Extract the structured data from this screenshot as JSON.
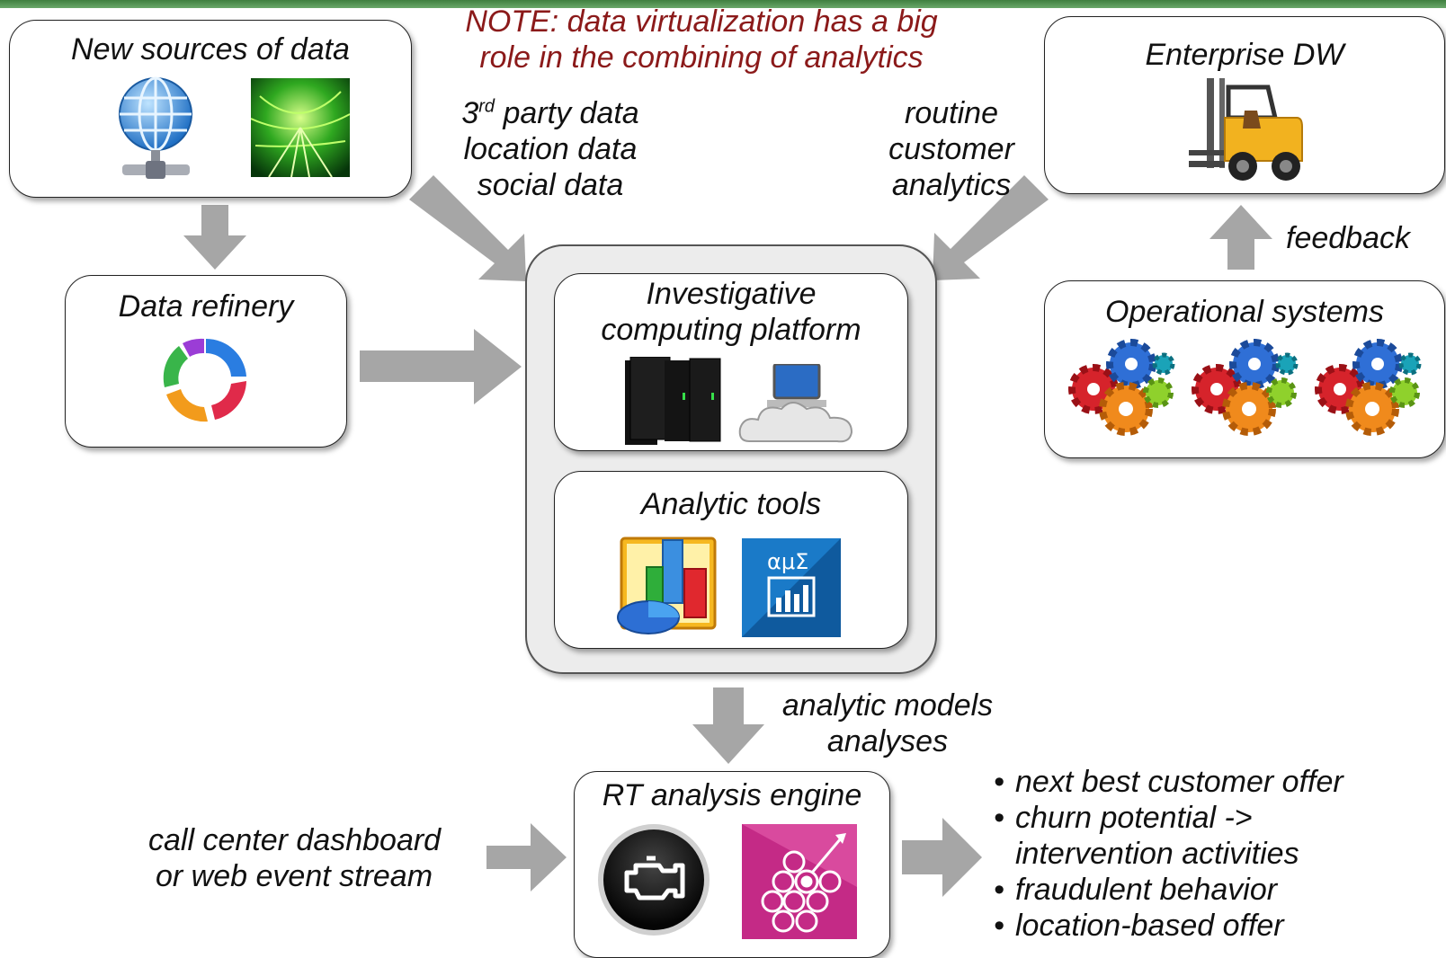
{
  "note": {
    "line1": "NOTE: data virtualization has a big",
    "line2": "role in the combining of analytics"
  },
  "boxes": {
    "new_sources": "New sources of data",
    "data_refinery": "Data refinery",
    "enterprise_dw": "Enterprise DW",
    "operational": "Operational systems",
    "investigative_line1": "Investigative",
    "investigative_line2": "computing platform",
    "analytic_tools": "Analytic tools",
    "rt_engine": "RT analysis engine"
  },
  "labels": {
    "third_party_num": "3",
    "third_party_sup": "rd",
    "third_party_rest": " party data",
    "location": "location data",
    "social": "social data",
    "routine": "routine",
    "customer": "customer",
    "analytics": "analytics",
    "feedback": "feedback",
    "models": "analytic models",
    "analyses": "analyses",
    "call_center": "call center dashboard",
    "web_event": "or web event stream"
  },
  "outcomes": [
    "next best customer offer",
    "churn potential ->",
    "intervention activities",
    "fraudulent behavior",
    "location-based offer"
  ],
  "bullet_char": "•",
  "icons": [
    "globe-network-icon",
    "green-data-tunnel-icon",
    "recycle-arrows-icon",
    "forklift-icon",
    "gears-icon",
    "server-tower-icon",
    "cloud-computer-icon",
    "3d-chart-icon",
    "math-statistics-icon",
    "engine-check-icon",
    "hexagon-target-icon"
  ],
  "colors": {
    "arrow": "#a6a6a6",
    "note": "#8b1a1a",
    "topbar": "#4f8f4f",
    "frame": "#ececec"
  }
}
